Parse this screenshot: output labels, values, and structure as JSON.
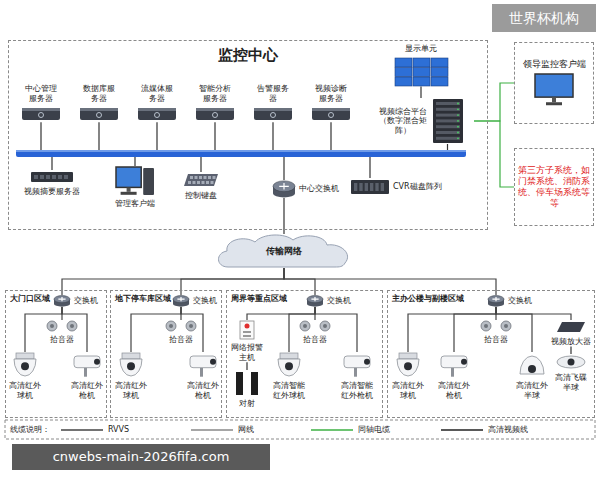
{
  "diagram": {
    "nodes": [
      {
        "text": [
          "监控中心"
        ]
      },
      {
        "text": [
          "显示单元"
        ],
        "in": 0
      },
      {
        "text": [
          "视频综合平台（数字混合矩阵）"
        ],
        "in": 0
      },
      {
        "text": [
          "中心管理服务器"
        ],
        "in": 0
      },
      {
        "text": [
          "数据库服务器"
        ],
        "in": 0
      },
      {
        "text": [
          "流媒体服务器"
        ],
        "in": 0
      },
      {
        "text": [
          "智能分析服务器"
        ],
        "in": 0
      },
      {
        "text": [
          "告警服务器"
        ],
        "in": 0
      },
      {
        "text": [
          "视频诊断服务器"
        ],
        "in": 0
      },
      {
        "text": [
          "视频摘要服务器"
        ],
        "in": 0
      },
      {
        "text": [
          "管理客户端"
        ],
        "in": 0
      },
      {
        "text": [
          "控制键盘"
        ],
        "in": 0
      },
      {
        "text": [
          "中心交换机"
        ],
        "in": 0
      },
      {
        "text": [
          "CVR磁盘阵列"
        ],
        "in": 0
      },
      {
        "text": [
          "领导监控客户端"
        ]
      },
      {
        "text": [
          "第三方子系统，如门禁系统、消防系统、停车场系统等等"
        ]
      },
      {
        "text": [
          "传输网络"
        ]
      },
      {
        "text": [
          "大门口区域"
        ]
      },
      {
        "text": [
          "交换机"
        ],
        "in": 17
      },
      {
        "text": [
          "拾音器"
        ],
        "in": 17
      },
      {
        "text": [
          "高清红外球机"
        ],
        "in": 17
      },
      {
        "text": [
          "高清红外枪机"
        ],
        "in": 17
      },
      {
        "text": [
          "地下停车库区域"
        ]
      },
      {
        "text": [
          "交换机"
        ],
        "in": 22
      },
      {
        "text": [
          "拾音器"
        ],
        "in": 22
      },
      {
        "text": [
          "高清红外球机"
        ],
        "in": 22
      },
      {
        "text": [
          "高清红外枪机"
        ],
        "in": 22
      },
      {
        "text": [
          "周界等重点区域"
        ]
      },
      {
        "text": [
          "交换机"
        ],
        "in": 27
      },
      {
        "text": [
          "拾音器"
        ],
        "in": 27
      },
      {
        "text": [
          "网络报警主机"
        ],
        "in": 27
      },
      {
        "text": [
          "对射"
        ],
        "in": 27
      },
      {
        "text": [
          "高清智能红外球机"
        ],
        "in": 27
      },
      {
        "text": [
          "高清智能红外枪机"
        ],
        "in": 27
      },
      {
        "text": [
          "主办公楼与副楼区域"
        ]
      },
      {
        "text": [
          "交换机"
        ],
        "in": 34
      },
      {
        "text": [
          "拾音器"
        ],
        "in": 34
      },
      {
        "text": [
          "高清红外球机"
        ],
        "in": 34
      },
      {
        "text": [
          "高清红外枪机"
        ],
        "in": 34
      },
      {
        "text": [
          "高清红外半球"
        ],
        "in": 34
      },
      {
        "text": [
          "视频放大器"
        ],
        "in": 34
      },
      {
        "text": [
          "高清飞碟半球"
        ],
        "in": 34
      }
    ],
    "edges": [
      {
        "from": 2,
        "to": 1,
        "arrow": "none"
      },
      {
        "from": 12,
        "to": 16,
        "arrow": "none"
      },
      {
        "from": 16,
        "to": 18,
        "arrow": "none"
      },
      {
        "from": 16,
        "to": 23,
        "arrow": "none"
      },
      {
        "from": 16,
        "to": 28,
        "arrow": "none"
      },
      {
        "from": 16,
        "to": 35,
        "arrow": "none"
      },
      {
        "from": 18,
        "to": 19,
        "arrow": "none"
      },
      {
        "from": 18,
        "to": 20,
        "arrow": "none"
      },
      {
        "from": 18,
        "to": 21,
        "arrow": "none"
      },
      {
        "from": 23,
        "to": 24,
        "arrow": "none"
      },
      {
        "from": 23,
        "to": 25,
        "arrow": "none"
      },
      {
        "from": 23,
        "to": 26,
        "arrow": "none"
      },
      {
        "from": 28,
        "to": 29,
        "arrow": "none"
      },
      {
        "from": 28,
        "to": 30,
        "arrow": "none"
      },
      {
        "from": 28,
        "to": 32,
        "arrow": "none"
      },
      {
        "from": 28,
        "to": 33,
        "arrow": "none"
      },
      {
        "from": 30,
        "to": 31,
        "arrow": "none"
      },
      {
        "from": 35,
        "to": 36,
        "arrow": "none"
      },
      {
        "from": 35,
        "to": 37,
        "arrow": "none"
      },
      {
        "from": 35,
        "to": 38,
        "arrow": "none"
      },
      {
        "from": 35,
        "to": 39,
        "arrow": "none"
      },
      {
        "from": 35,
        "to": 40,
        "arrow": "none"
      },
      {
        "from": 40,
        "to": 41,
        "arrow": "none"
      },
      {
        "from": 2,
        "to": 14,
        "arrow": "none"
      },
      {
        "from": 2,
        "to": 15,
        "arrow": "none"
      }
    ],
    "labels": [
      "世界杯机构",
      "cnwebs-main-2026fifa.com",
      "线缆说明："
    ],
    "legend": [
      {
        "text": "RVVS"
      },
      {
        "text": "网线"
      },
      {
        "text": "同轴电缆"
      },
      {
        "text": "高清视频线"
      }
    ]
  }
}
